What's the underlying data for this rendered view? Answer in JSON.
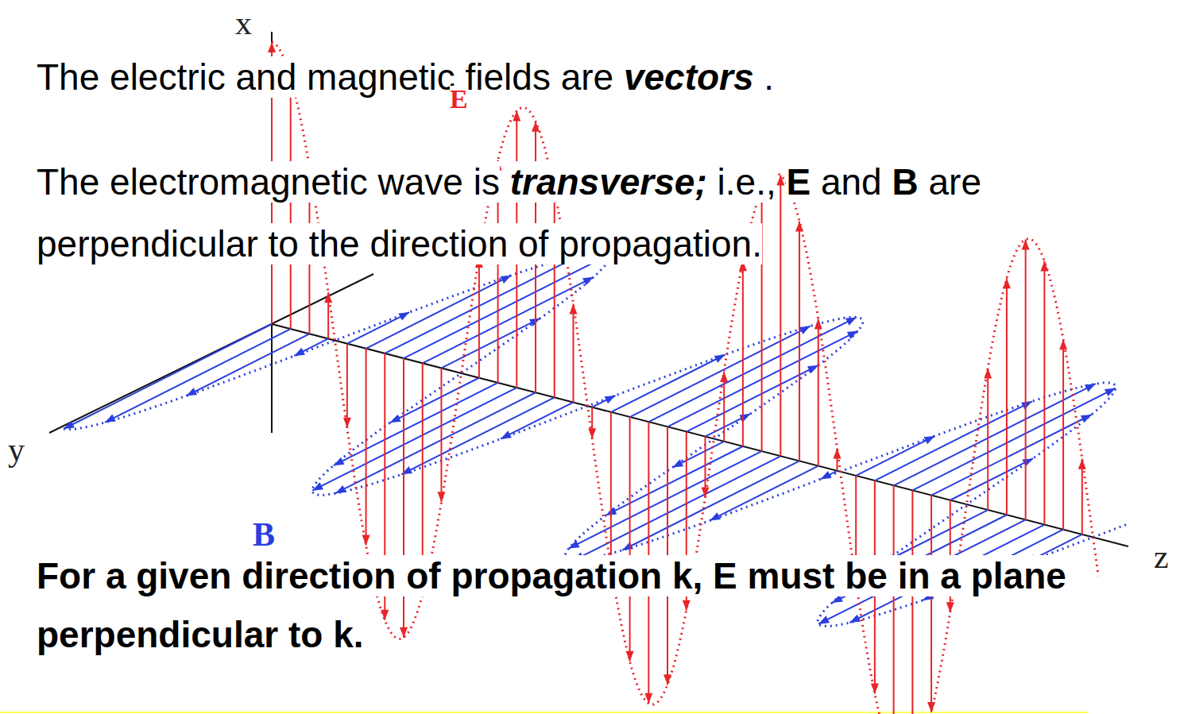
{
  "diagram": {
    "labels": [
      "The electric and magnetic fields are",
      "vectors",
      ".",
      "The electromagnetic wave is",
      "transverse;",
      "i.e.,",
      "E",
      "and",
      "B",
      "are perpendicular to the direction of propagation.",
      "For a given direction of propagation k, E must be in a plane perpendicular to k.",
      "x",
      "y",
      "z",
      "E",
      "B"
    ]
  }
}
